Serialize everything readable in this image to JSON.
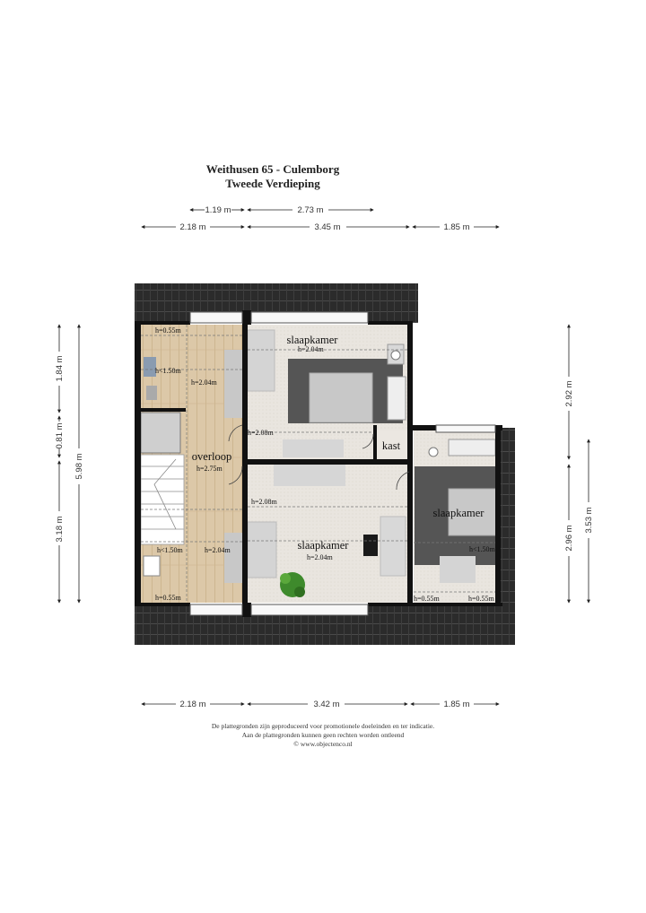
{
  "header": {
    "title": "Weithusen 65 - Culemborg",
    "subtitle": "Tweede Verdieping"
  },
  "dimensions": {
    "top_inner_left": "1.19 m",
    "top_inner_right": "2.73 m",
    "top_left": "2.18 m",
    "top_mid": "3.45 m",
    "top_right": "1.85 m",
    "bottom_left": "2.18 m",
    "bottom_mid": "3.42 m",
    "bottom_right": "1.85 m",
    "left_top": "1.84 m",
    "left_mid": "0.81 m",
    "left_bottom": "3.18 m",
    "left_total": "5.98 m",
    "right_top": "2.92 m",
    "right_bottom": "2.96 m",
    "right_outer": "3.53 m"
  },
  "rooms": {
    "overloop": "overloop",
    "slaapkamer_top": "slaapkamer",
    "slaapkamer_bottom": "slaapkamer",
    "slaapkamer_right": "slaapkamer",
    "kast": "kast"
  },
  "heights": {
    "tl_055": "h=0.55m",
    "tl_150": "h<1.50m",
    "hall_204_top": "h=2.04m",
    "overloop_275": "h=2.75m",
    "bl_150": "h<1.50m",
    "hall_204_bottom": "h=2.04m",
    "bl_055": "h=0.55m",
    "top_room_204": "h=2.04m",
    "top_room_208": "h=2.08m",
    "mid_208": "h=2.08m",
    "bottom_room_204": "h=2.04m",
    "right_150": "h<1.50m",
    "right_055_left": "h=0.55m",
    "right_055_right": "h=0.55m"
  },
  "footer": {
    "line1": "De plattegronden zijn geproduceerd voor promotionele doeleinden en ter indicatie.",
    "line2": "Aan de plattegronden kunnen geen rechten worden ontleend",
    "line3": "© www.objectenco.nl"
  }
}
